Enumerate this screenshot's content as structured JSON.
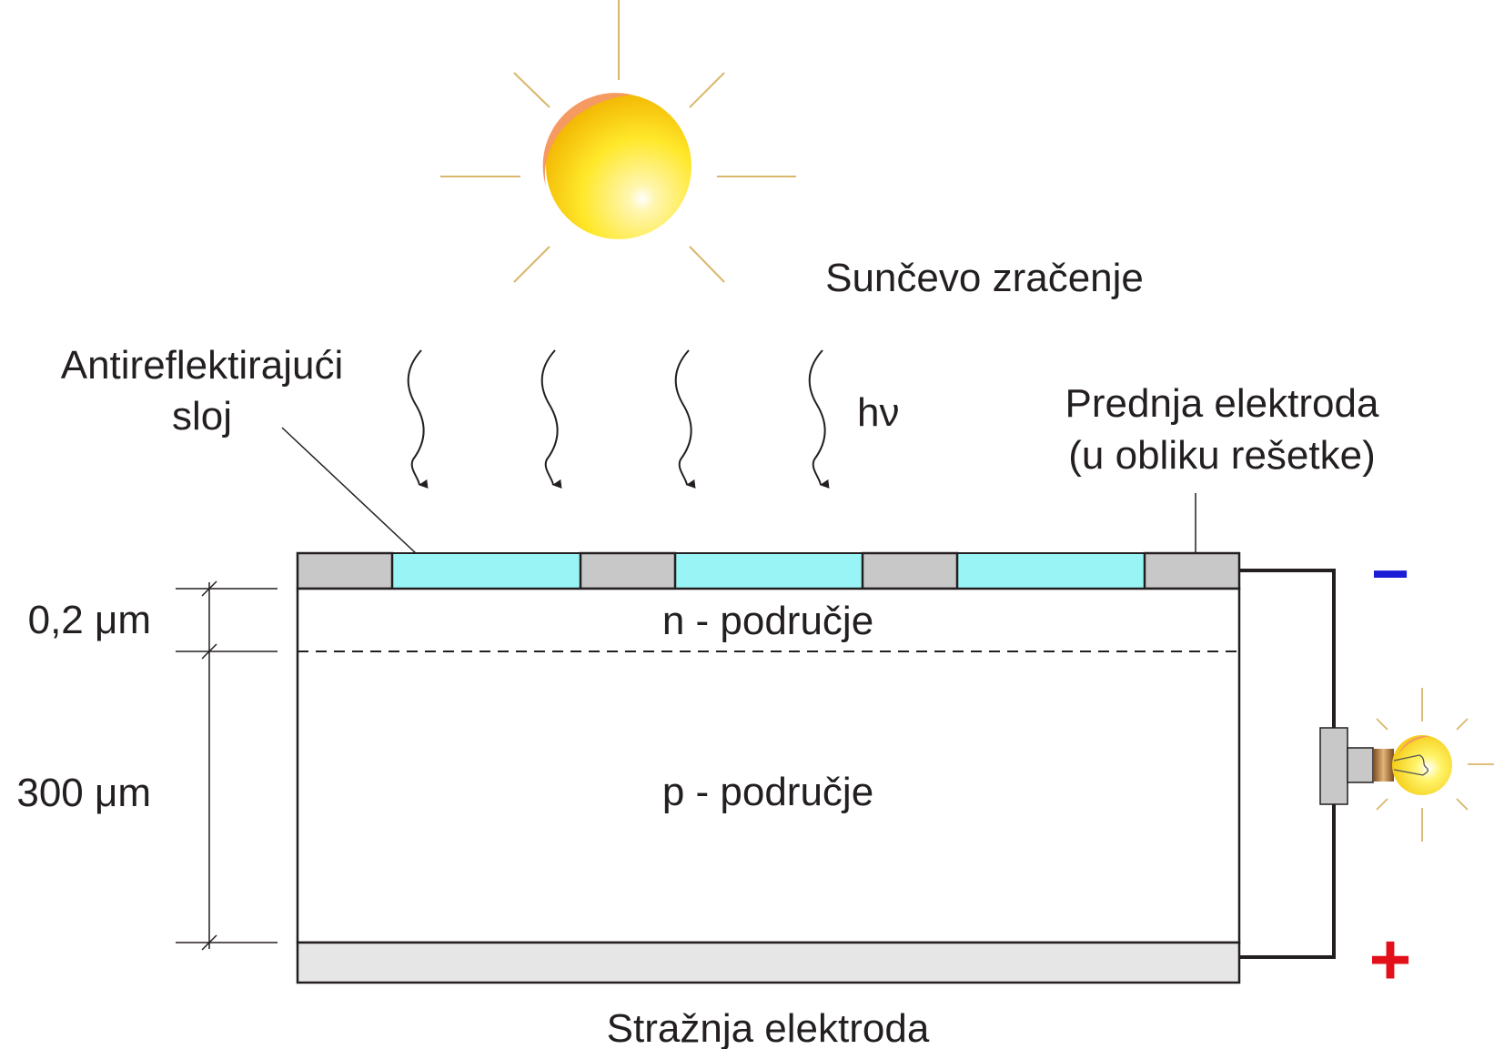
{
  "labels": {
    "sun_radiation": "Sunčevo zračenje",
    "photon": "hν",
    "antireflective_line1": "Antireflektirajući",
    "antireflective_line2": "sloj",
    "front_electrode_line1": "Prednja elektroda",
    "front_electrode_line2": "(u obliku rešetke)",
    "n_region": "n - područje",
    "p_region": "p - područje",
    "back_electrode": "Stražnja elektroda",
    "thickness_n": "0,2 μm",
    "thickness_p": "300 μm",
    "minus_sign": "−",
    "plus_sign": "+"
  },
  "colors": {
    "antireflective": "#99f5f5",
    "electrode": "#c8c8c8",
    "back_electrode": "#e6e6e6",
    "minus": "#1c1cd6",
    "plus": "#e3101a",
    "sun_core": "#fff6b0",
    "sun_mid": "#ffe82a",
    "sun_edge": "#f2b400",
    "sun_highlight": "#f59a62",
    "ray": "#d9b66b"
  },
  "icons": [
    "sun-icon",
    "light-bulb-icon"
  ]
}
